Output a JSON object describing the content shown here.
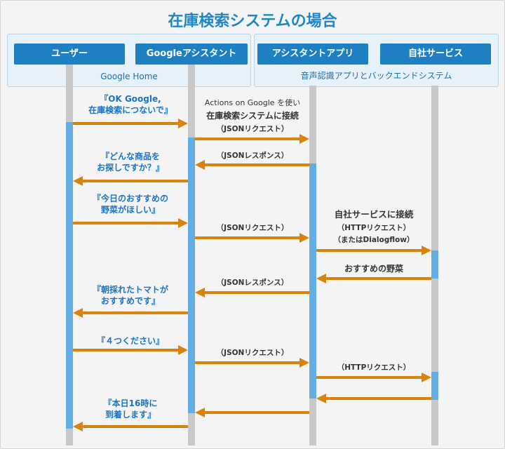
{
  "title": "在庫検索システムの場合",
  "groups": {
    "left": "Google Home",
    "right": "音声認識アプリとバックエンドシステム"
  },
  "actors": {
    "user": "ユーザー",
    "assistant": "Googleアシスタント",
    "app": "アシスタントアプリ",
    "service": "自社サービス"
  },
  "messages": {
    "m1": [
      "『OK Google,",
      "在庫検索につないで』"
    ],
    "m2_top": "Actions on Google を使い",
    "m2_main": "在庫検索システムに接続",
    "m2_sub": "（JSONリクエスト）",
    "m3": "（JSONレスポンス）",
    "m4": [
      "『どんな商品を",
      "お探しですか？』"
    ],
    "m5": [
      "『今日のおすすめの",
      "野菜がほしい』"
    ],
    "m6": "（JSONリクエスト）",
    "m7_main": "自社サービスに接続",
    "m7_sub1": "（HTTPリクエスト）",
    "m7_sub2": "（またはDialogflow）",
    "m8": "おすすめの野菜",
    "m9": "（JSONレスポンス）",
    "m10": [
      "『朝採れたトマトが",
      "おすすめです』"
    ],
    "m11": "『４つください』",
    "m12": "（JSONリクエスト）",
    "m13": "（HTTPリクエスト）",
    "m14": [
      "『本日16時に",
      "到着します』"
    ]
  },
  "colors": {
    "title": "#1f86c9",
    "actor": "#1e7fc2",
    "arrow": "#d9830d",
    "activation": "#62aee3",
    "lifeline": "#c8c8c8"
  }
}
